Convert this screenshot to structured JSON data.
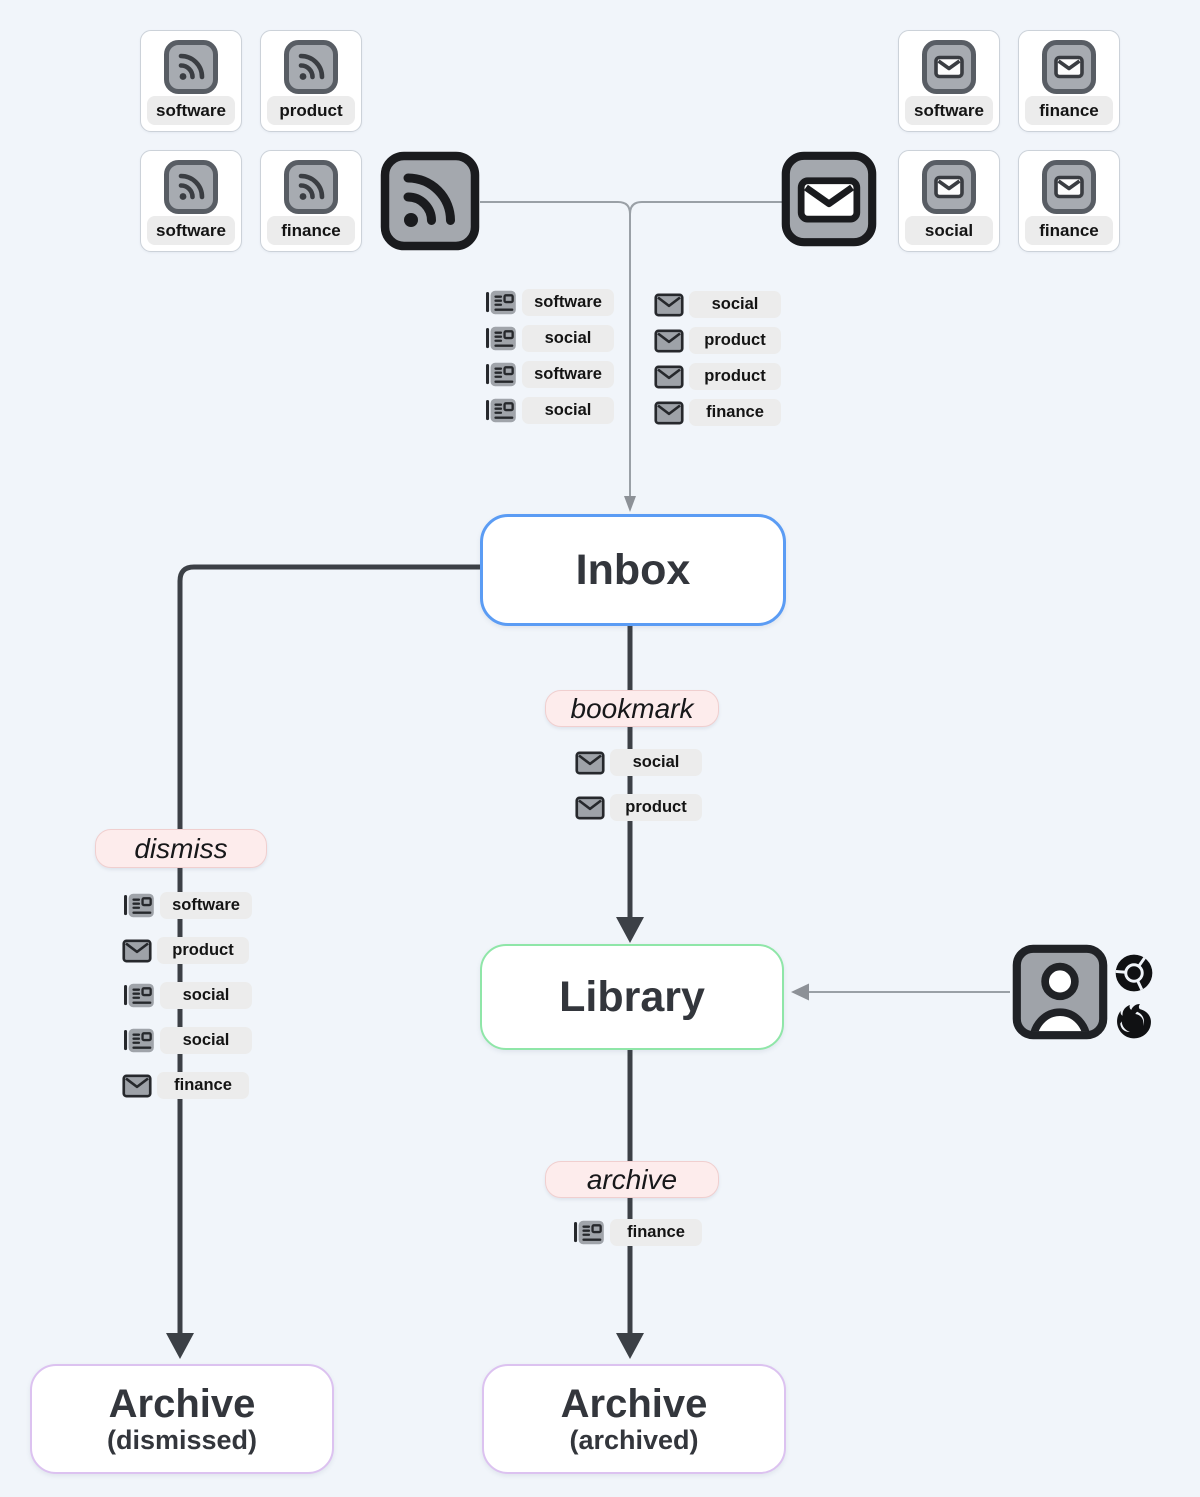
{
  "colors": {
    "background": "#f1f5fa",
    "inbox_border": "#5b9cf4",
    "library_border": "#8fe6a8",
    "archive_border": "#dcc2f0",
    "action_bg": "#fdecec",
    "action_border": "#f0cfcf",
    "pill_bg": "#ececec",
    "wire_gray": "#9aa0a6",
    "wire_dark": "#3c4046",
    "icon_gray": "#a5a9af",
    "icon_dark": "#1a1b1e"
  },
  "sources": {
    "rss_cards": [
      "software",
      "product",
      "software",
      "finance"
    ],
    "email_cards": [
      "software",
      "finance",
      "social",
      "finance"
    ],
    "rss_feed_icon": "rss-feed",
    "email_icon": "email"
  },
  "incoming": {
    "rss_items": [
      "software",
      "social",
      "software",
      "social"
    ],
    "email_items": [
      "social",
      "product",
      "product",
      "finance"
    ]
  },
  "nodes": {
    "inbox": {
      "label": "Inbox"
    },
    "library": {
      "label": "Library"
    },
    "archive_dismissed": {
      "title": "Archive",
      "subtitle": "(dismissed)"
    },
    "archive_archived": {
      "title": "Archive",
      "subtitle": "(archived)"
    }
  },
  "actions": {
    "bookmark": {
      "label": "bookmark",
      "items": [
        {
          "icon": "mail",
          "label": "social"
        },
        {
          "icon": "mail",
          "label": "product"
        }
      ]
    },
    "dismiss": {
      "label": "dismiss",
      "items": [
        {
          "icon": "newspaper",
          "label": "software"
        },
        {
          "icon": "mail",
          "label": "product"
        },
        {
          "icon": "newspaper",
          "label": "social"
        },
        {
          "icon": "newspaper",
          "label": "social"
        },
        {
          "icon": "mail",
          "label": "finance"
        }
      ]
    },
    "archive": {
      "label": "archive",
      "items": [
        {
          "icon": "newspaper",
          "label": "finance"
        }
      ]
    }
  },
  "reader": {
    "icons": [
      "user",
      "chrome",
      "firefox"
    ]
  }
}
